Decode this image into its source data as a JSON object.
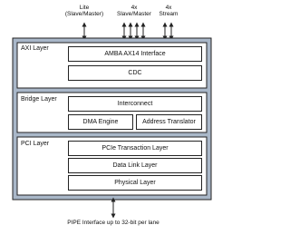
{
  "top_labels": {
    "lite": {
      "line1": "Lite",
      "line2": "(Slave/Master)"
    },
    "slave_master": {
      "line1": "4x",
      "line2": "Slave/Master"
    },
    "stream": {
      "line1": "4x",
      "line2": "Stream"
    }
  },
  "axi_layer": {
    "title": "AXI Layer",
    "amba": "AMBA AX14 Interface",
    "cdc": "CDC"
  },
  "bridge_layer": {
    "title": "Bridge Layer",
    "interconnect": "Interconnect",
    "dma": "DMA Engine",
    "translator": "Address Translator"
  },
  "pci_layer": {
    "title": "PCI Layer",
    "transaction": "PCIe Transaction Layer",
    "data_link": "Data Link Layer",
    "physical": "Physical Layer"
  },
  "bottom_label": "PIPE Interface up to 32-bit per lane",
  "colors": {
    "outer_fill": "#a9b7c8",
    "layer_fill": "#ffffff",
    "box_fill": "#ffffff",
    "stroke": "#222222"
  }
}
